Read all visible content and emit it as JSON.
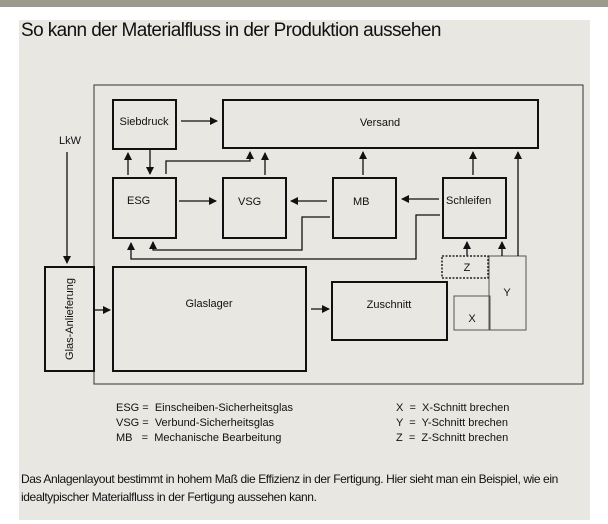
{
  "title": "So kann der Materialfluss in der Produktion aussehen",
  "diagram": {
    "lkw": "LkW",
    "anlieferung": "Glas-Anlieferung",
    "siebdruck": "Siebdruck",
    "versand": "Versand",
    "esg": "ESG",
    "vsg": "VSG",
    "mb": "MB",
    "schleifen": "Schleifen",
    "glaslager": "Glaslager",
    "zuschnitt": "Zuschnitt",
    "x": "X",
    "y": "Y",
    "z": "Z"
  },
  "legend": {
    "left": [
      "ESG =  Einscheiben-Sicherheitsglas",
      "VSG =  Verbund-Sicherheitsglas",
      "MB   =  Mechanische Bearbeitung"
    ],
    "right": [
      "X  =  X-Schnitt brechen",
      "Y  =  Y-Schnitt brechen",
      "Z  =  Z-Schnitt brechen"
    ]
  },
  "paragraph": "Das Anlagenlayout bestimmt in hohem Maß die Effizienz in der Fertigung. Hier sieht man ein Beispiel, wie ein idealtypischer Materialfluss in der Fertigung aussehen kann."
}
